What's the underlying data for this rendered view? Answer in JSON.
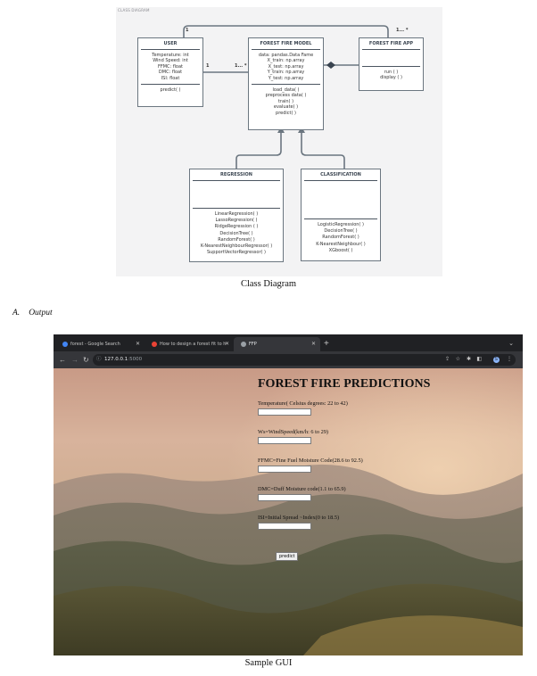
{
  "diagram": {
    "tag": "CLASS DIAGRAM",
    "classes": {
      "user": {
        "title": "USER",
        "attributes": [
          "Temperature: int",
          "Wind Speed: int",
          "FFMC: float",
          "DMC: float",
          "ISI: float"
        ],
        "operations": [
          "predict( )"
        ]
      },
      "model": {
        "title": "FOREST FIRE MODEL",
        "attributes": [
          "data: pandas.Data Fame",
          "X_train: np.array",
          "X_test: np.array",
          "Y_train: np.array",
          "Y_test: np.array"
        ],
        "operations": [
          "load_data( )",
          "preprocess data( )",
          "train( )",
          "evaluate( )",
          "predict( )"
        ]
      },
      "app": {
        "title": "FOREST FIRE APP",
        "attributes": [],
        "operations": [
          "run ( )",
          "display ( )"
        ]
      },
      "regression": {
        "title": "REGRESSION",
        "attributes": [],
        "operations": [
          "LinearRegression( )",
          "LassoRegression( )",
          "RidgeRegression ( )",
          "DecisionTree( )",
          "RandomForest( )",
          "K-NearestNeighbourRegressor( )",
          "SupportVectorRegressor( )"
        ]
      },
      "classification": {
        "title": "CLASSIFICATION",
        "attributes": [],
        "operations": [
          "LogisticRegression( )",
          "DecisionTree( )",
          "RandomForest( )",
          "K-NearestNeighbour( )",
          "XGboost( )"
        ]
      }
    },
    "multiplicity": {
      "top_left": "1",
      "top_right": "1... *",
      "user_side": "1",
      "model_side": "1... *"
    },
    "caption": "Class Diagram"
  },
  "section": {
    "number": "A.",
    "title": "Output"
  },
  "browser": {
    "tabs": [
      {
        "label": "forest - Google Search",
        "active": false,
        "favicon_color": "#4285f4"
      },
      {
        "label": "How to design a forest fit to h",
        "active": false,
        "favicon_color": "#ea4335"
      },
      {
        "label": "FFP",
        "active": true,
        "favicon_color": "#9aa0a6"
      }
    ],
    "new_tab_glyph": "+",
    "url_host": "127.0.0.1",
    "url_port": ":5000",
    "avatar_letter": "S"
  },
  "app_page": {
    "title": "FOREST FIRE PREDICTIONS",
    "fields": [
      {
        "label": "Temperature( Celsius degrees: 22 to 42)",
        "value": ""
      },
      {
        "label": "Ws=WindSpeed(km/h: 6 to 29)",
        "value": ""
      },
      {
        "label": "FFMC=Fine Fuel Moisture Code(28.6 to 92.5)",
        "value": ""
      },
      {
        "label": "DMC=Duff Moisture code(1.1 to 65.9)",
        "value": ""
      },
      {
        "label": "ISI=Initial Spread ~Index(0 to 18.5)",
        "value": ""
      }
    ],
    "button_label": "predict"
  },
  "gui_caption": "Sample GUI"
}
